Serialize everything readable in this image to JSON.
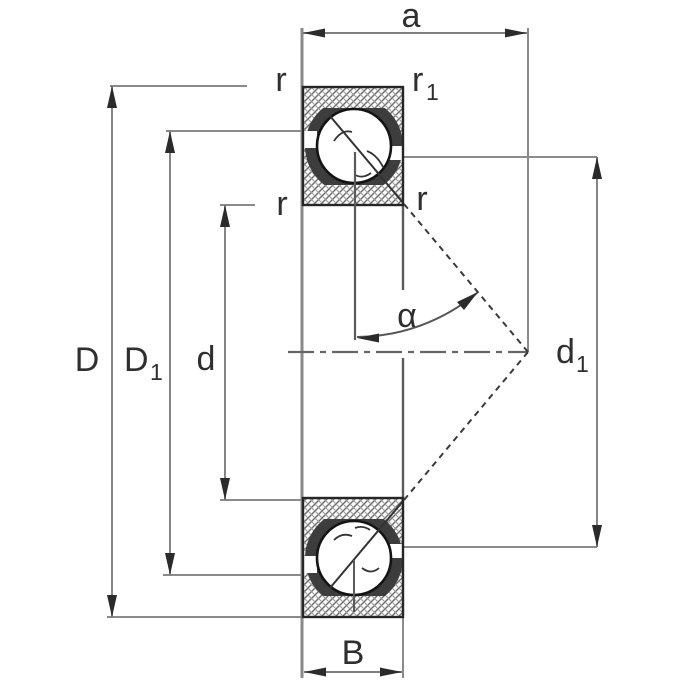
{
  "drawing": {
    "kind": "angular-contact-ball-bearing-cross-section",
    "background": "#ffffff",
    "outline_color": "#262626",
    "dim_line_color": "#7f7f7f",
    "cage_color": "#3d3d3d",
    "labels": {
      "pressure_center_distance": "a",
      "chamfer_outer_left": "r",
      "chamfer_outer_right_base": "r",
      "chamfer_outer_right_sub": "1",
      "chamfer_inner_left": "r",
      "chamfer_inner_right": "r",
      "outside_diameter": "D",
      "outer_shoulder_diameter_base": "D",
      "outer_shoulder_diameter_sub": "1",
      "bore_diameter": "d",
      "inner_shoulder_diameter_base": "d",
      "inner_shoulder_diameter_sub": "1",
      "contact_angle": "α",
      "width": "B"
    }
  }
}
